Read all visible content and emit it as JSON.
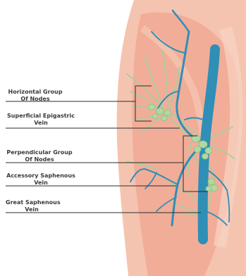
{
  "labels": [
    {
      "id": "horizontal-group",
      "lines": [
        "Horizontal Group",
        "Of Nodes"
      ]
    },
    {
      "id": "superficial-epigastric",
      "lines": [
        "Superficial Epigastric",
        "Vein"
      ]
    },
    {
      "id": "perpendicular-group",
      "lines": [
        "Perpendicular Group",
        "Of Nodes"
      ]
    },
    {
      "id": "accessory-saphenous",
      "lines": [
        "Accessory Saphenous",
        "Vein"
      ]
    },
    {
      "id": "great-saphenous",
      "lines": [
        "Great Saphenous",
        "Vein"
      ]
    }
  ],
  "colors": {
    "skin_outer": "#f5c4b0",
    "skin_inner": "#f0a590",
    "vein": "#2f8fb6",
    "lymph": "#a6cf9f",
    "node": "#b2d8a2",
    "leader": "#2b2b2b"
  }
}
